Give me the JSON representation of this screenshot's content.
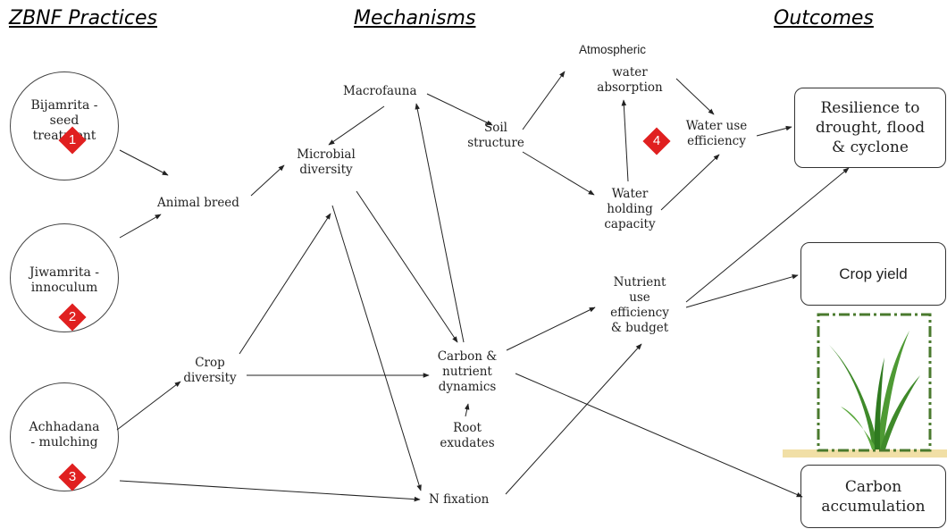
{
  "headers": {
    "practices": "ZBNF Practices",
    "mechanisms": "Mechanisms ",
    "outcomes": "Outcomes"
  },
  "practices": [
    {
      "lines": [
        "Bijamrita -",
        "seed",
        "treatment"
      ],
      "badge": "1"
    },
    {
      "lines": [
        "Jiwamrita -",
        "innoculum"
      ],
      "badge": "2"
    },
    {
      "lines": [
        "Achhadana",
        "- mulching"
      ],
      "badge": "3"
    }
  ],
  "mechanisms": {
    "animal_breed": "Animal breed",
    "microbial_diversity": [
      "Microbial",
      "diversity"
    ],
    "macrofauna": "Macrofauna",
    "soil_structure": [
      "Soil",
      "structure"
    ],
    "atmospheric": "Atmospheric",
    "water_absorption": [
      "water",
      "absorption"
    ],
    "water_holding": [
      "Water",
      "holding",
      "capacity"
    ],
    "water_use": [
      "Water use",
      "efficiency"
    ],
    "water_badge": "4",
    "crop_diversity": [
      "Crop",
      "diversity"
    ],
    "carbon_nutrient": [
      "Carbon &",
      "nutrient",
      "dynamics"
    ],
    "root_exudates": [
      "Root",
      "exudates"
    ],
    "nutrient_use": [
      "Nutrient",
      "use",
      "efficiency",
      "& budget"
    ],
    "n_fixation": "N fixation"
  },
  "outcomes": {
    "resilience": [
      "Resilience to",
      "drought, flood",
      "& cyclone"
    ],
    "crop_yield": "Crop yield",
    "carbon_accumulation": [
      "Carbon",
      "accumulation"
    ]
  },
  "colors": {
    "badge": "#e02020",
    "frame": "#4a7a2e",
    "plant": "#3f8a2a",
    "ground": "#f1dfa6"
  }
}
